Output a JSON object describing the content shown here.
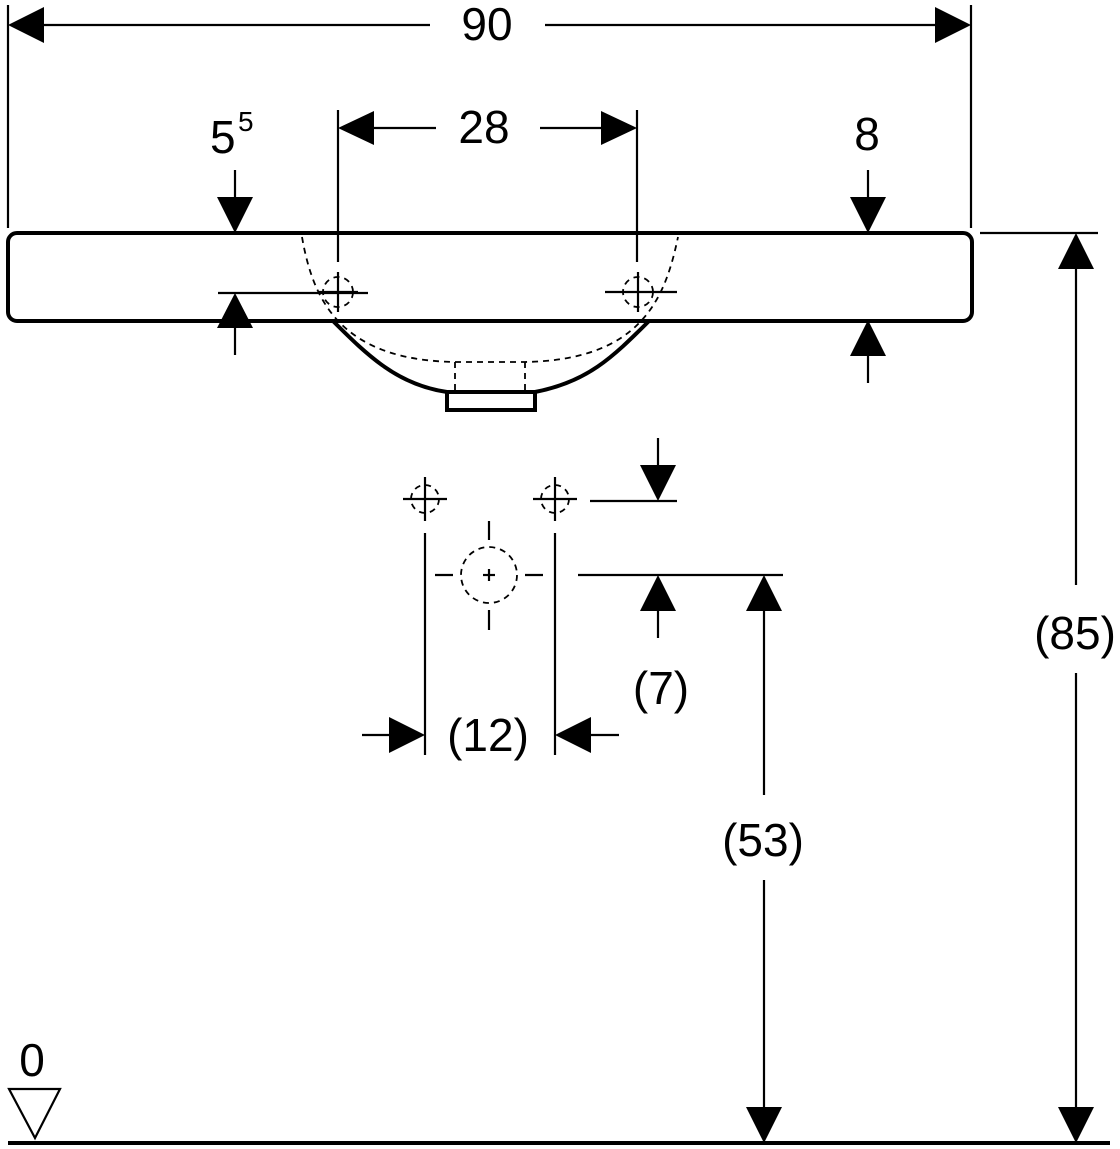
{
  "dimensions": {
    "overall_width": "90",
    "tap_hole_spacing": "28",
    "left_thickness_base": "5",
    "left_thickness_sup": "5",
    "right_thickness": "8",
    "drain_height": "(7)",
    "drain_spacing": "(12)",
    "drain_center_height": "(53)",
    "total_height": "(85)",
    "floor_level": "0"
  }
}
